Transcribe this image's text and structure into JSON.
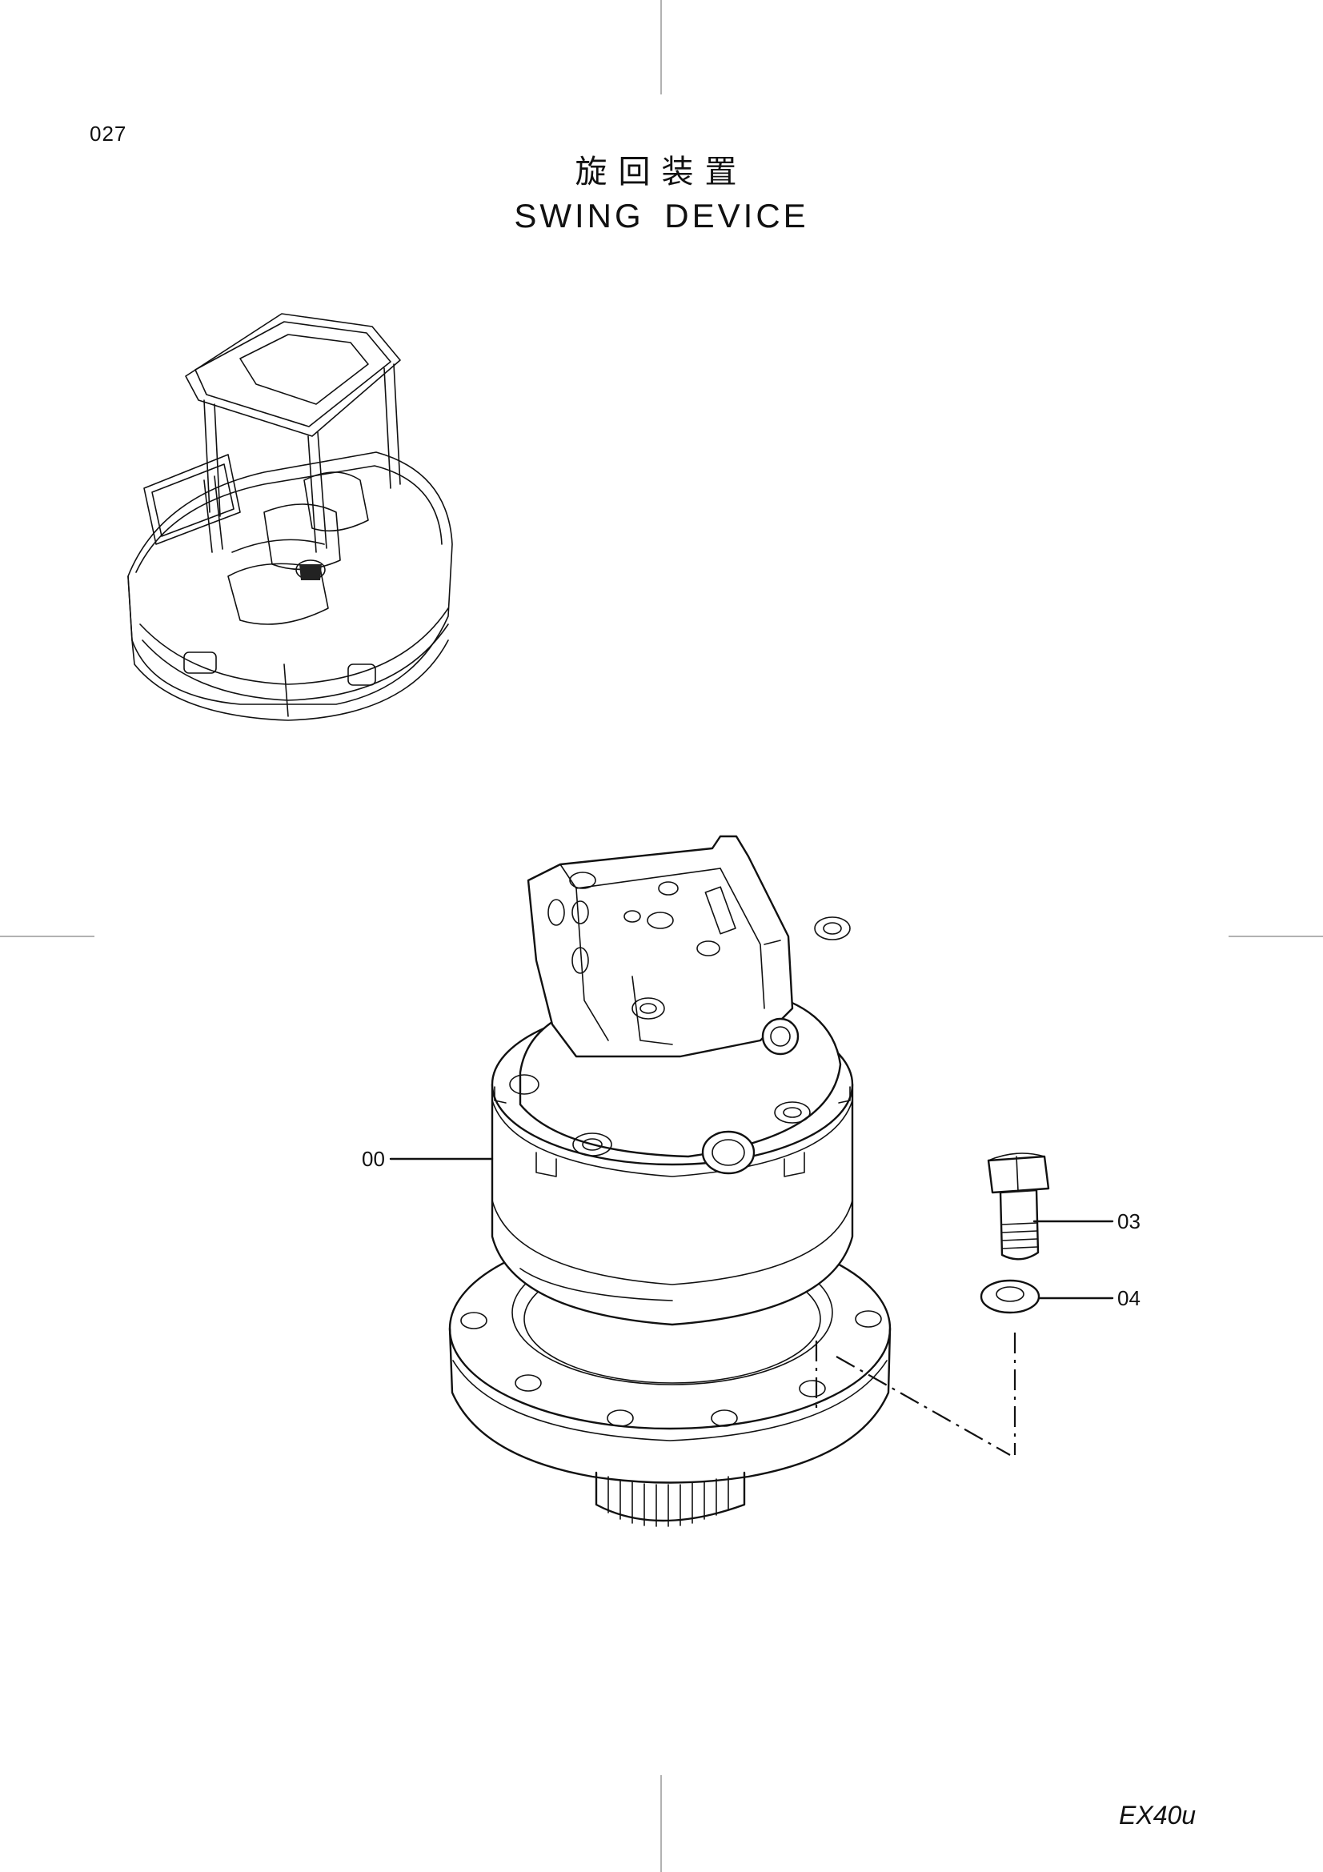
{
  "page": {
    "number": "027",
    "title_cn": "旋回装置",
    "title_en": "SWING DEVICE",
    "model": "EX40u"
  },
  "parts": [
    {
      "id": "swing-device-assembly",
      "label": "00"
    },
    {
      "id": "bolt",
      "label": "03"
    },
    {
      "id": "washer",
      "label": "04"
    }
  ]
}
